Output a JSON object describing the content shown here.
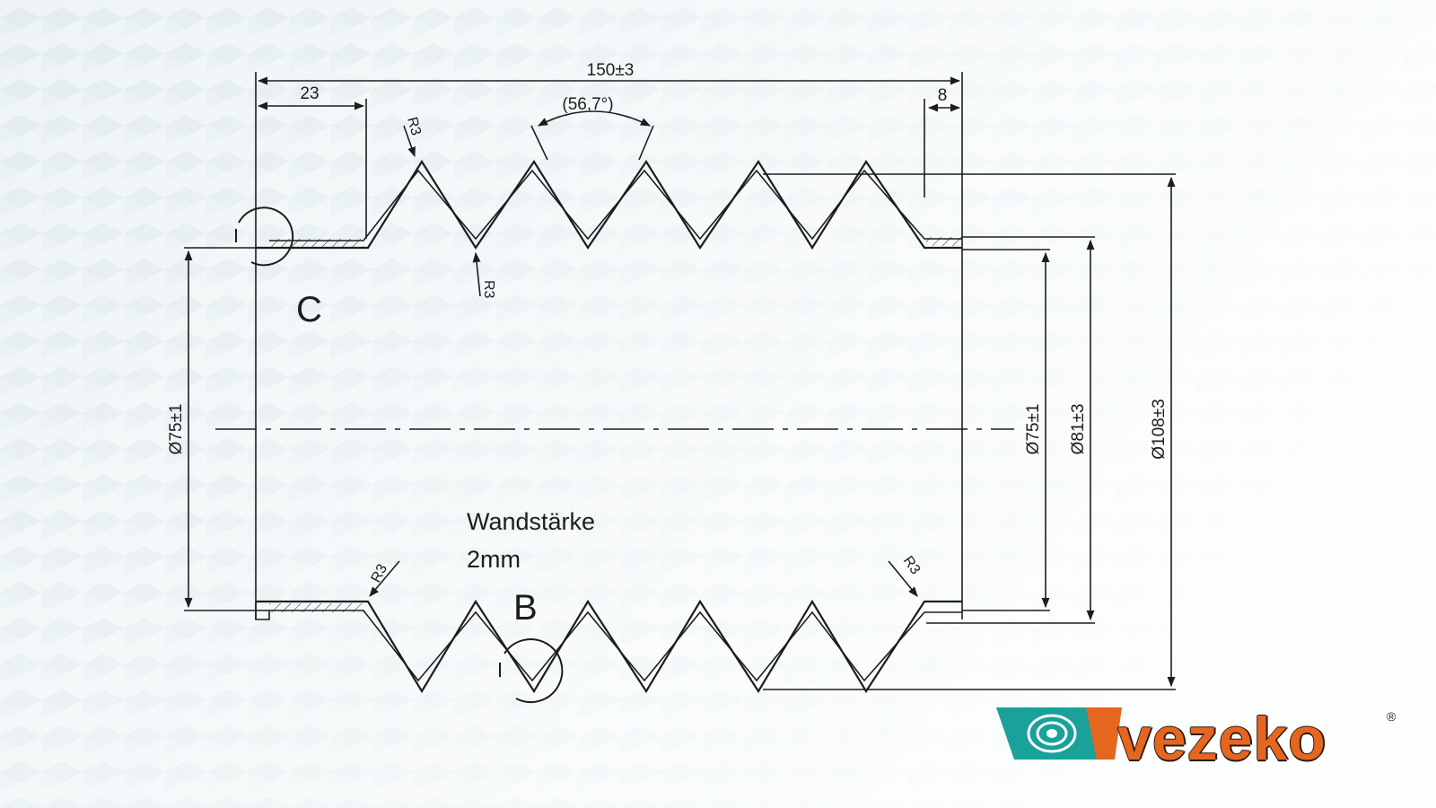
{
  "drawing": {
    "dim_total_length": "150±3",
    "dim_left_collar": "23",
    "dim_right_collar": "8",
    "dim_angle": "(56,7°)",
    "radius_labels": [
      "R3",
      "R3",
      "R3",
      "R3"
    ],
    "dim_inner_left": "Ø75±1",
    "dim_inner_right": "Ø75±1",
    "dim_middle": "Ø81±3",
    "dim_outer": "Ø108±3",
    "detail_c": "C",
    "detail_b": "B",
    "note_line1": "Wandstärke",
    "note_line2": "2mm",
    "colors": {
      "line": "#1d1d1d",
      "background": "#eef4f6"
    }
  },
  "logo": {
    "text": "vezeko",
    "registered": "®",
    "colors": {
      "teal": "#1aa19a",
      "orange": "#e5661f"
    }
  }
}
